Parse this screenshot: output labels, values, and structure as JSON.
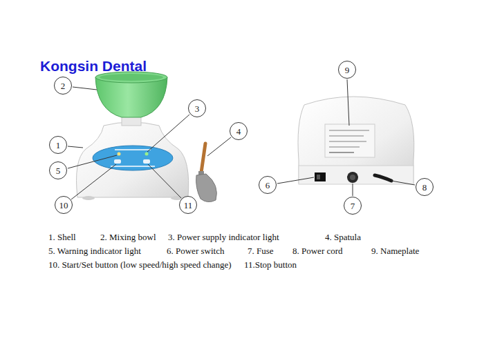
{
  "diagram": {
    "nodes": [
      {
        "text": [
          "2"
        ]
      },
      {
        "text": [
          "3"
        ]
      },
      {
        "text": [
          "1"
        ]
      },
      {
        "text": [
          "4"
        ]
      },
      {
        "text": [
          "5"
        ]
      },
      {
        "text": [
          "10"
        ]
      },
      {
        "text": [
          "11"
        ]
      },
      {
        "text": [
          "9"
        ]
      },
      {
        "text": [
          "6"
        ]
      },
      {
        "text": [
          "7"
        ]
      },
      {
        "text": [
          "8"
        ]
      }
    ],
    "labels": [
      "Kongsin Dental",
      "1. Shell",
      "2. Mixing bowl",
      "3. Power supply indicator light",
      "4. Spatula",
      "5. Warning indicator light",
      "6. Power switch",
      "7. Fuse",
      "8. Power cord",
      "9. Nameplate",
      "10. Start/Set button (low speed/high speed change)",
      "11.Stop button"
    ]
  }
}
